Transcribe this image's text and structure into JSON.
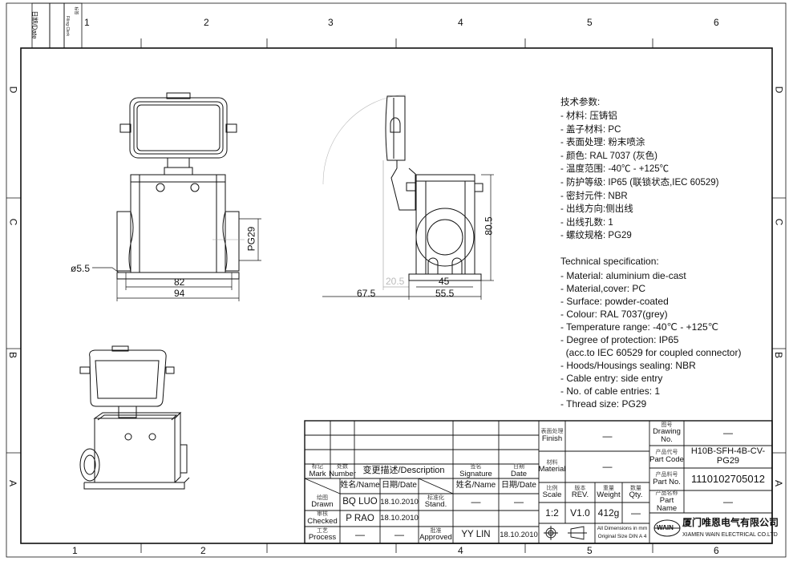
{
  "frame": {
    "columns": [
      "1",
      "2",
      "3",
      "4",
      "5",
      "6"
    ],
    "rows": [
      "D",
      "C",
      "B",
      "A"
    ],
    "corner_stamp": {
      "date": "日期/Date",
      "filing_clerk_cn": "标签",
      "filing_clerk": "Filing Clerk"
    }
  },
  "dimensions": {
    "front": {
      "hole": "ø5.5",
      "inner_width": "82",
      "outer_width": "94",
      "thread": "PG29"
    },
    "side": {
      "height": "80.5",
      "lid_offset": "20.5",
      "lid_extent": "67.5",
      "inner_depth": "45",
      "outer_depth": "55.5"
    }
  },
  "spec_cn": {
    "title": "技术参数:",
    "lines": [
      "- 材料: 压铸铝",
      "- 盖子材料: PC",
      "- 表面处理: 粉末喷涂",
      "- 颜色: RAL 7037 (灰色)",
      "- 温度范围: -40℃ - +125℃",
      "- 防护等级: IP65 (联锁状态,IEC 60529)",
      "- 密封元件: NBR",
      "- 出线方向:侧出线",
      "- 出线孔数: 1",
      "- 螺纹规格: PG29"
    ]
  },
  "spec_en": {
    "title": "Technical specification:",
    "lines": [
      "- Material: aluminium die-cast",
      "- Material,cover: PC",
      "- Surface: powder-coated",
      "- Colour: RAL 7037(grey)",
      "- Temperature range: -40℃ - +125℃",
      "- Degree of protection: IP65",
      "  (acc.to IEC 60529 for coupled connector)",
      "- Hoods/Housings sealing: NBR",
      "- Cable entry: side entry",
      "- No. of cable entries: 1",
      "- Thread size: PG29"
    ]
  },
  "title_block": {
    "revision": {
      "mark_cn": "标记",
      "mark": "Mark",
      "number_cn": "处数",
      "number": "Number",
      "description": "变更描述/Description",
      "signature_cn": "签名",
      "signature": "Signature",
      "date_cn": "日期",
      "date": "Date"
    },
    "approvals": {
      "name_header": "姓名/Name",
      "date_header": "日期/Date",
      "drawn_cn": "绘图",
      "drawn": "Drawn",
      "drawn_name": "BQ  LUO",
      "drawn_date": "18.10.2010",
      "checked_cn": "审核",
      "checked": "Checked",
      "checked_name": "P  RAO",
      "checked_date": "18.10.2010",
      "process_cn": "工艺",
      "process": "Process",
      "process_name": "—",
      "process_date": "—",
      "stand_cn": "标准化",
      "stand": "Stand.",
      "stand_name": "—",
      "stand_date": "—",
      "approved_cn": "批准",
      "approved": "Approved",
      "approved_name": "YY  LIN",
      "approved_date": "18.10.2010"
    },
    "finish_cn": "表面处理",
    "finish": "Finish",
    "finish_value": "—",
    "material_cn": "材料",
    "material": "Material",
    "material_value": "—",
    "scale_cn": "比例",
    "scale": "Scale",
    "scale_value": "1:2",
    "rev_cn": "版本",
    "rev": "REV.",
    "rev_value": "V1.0",
    "weight_cn": "重量",
    "weight": "Weight",
    "weight_value": "412g",
    "qty_cn": "数量",
    "qty": "Qty.",
    "qty_value": "—",
    "units_note": "All Dimensions in mm",
    "size_note": "Original Size DIN A 4",
    "drawing_no_cn": "图号",
    "drawing_no": "Drawing No.",
    "drawing_no_value": "—",
    "part_code_cn": "产品代号",
    "part_code": "Part Code",
    "part_code_value": "H10B-SFH-4B-CV-PG29",
    "part_no_cn": "产品料号",
    "part_no": "Part No.",
    "part_no_value": "1110102705012",
    "part_name_cn": "产品名称",
    "part_name": "Part Name",
    "part_name_value": "—",
    "company_logo": "WAIN",
    "company_cn": "厦门唯恩电气有限公司",
    "company_en": "XIAMEN WAIN ELECTRICAL CO.LTD"
  }
}
